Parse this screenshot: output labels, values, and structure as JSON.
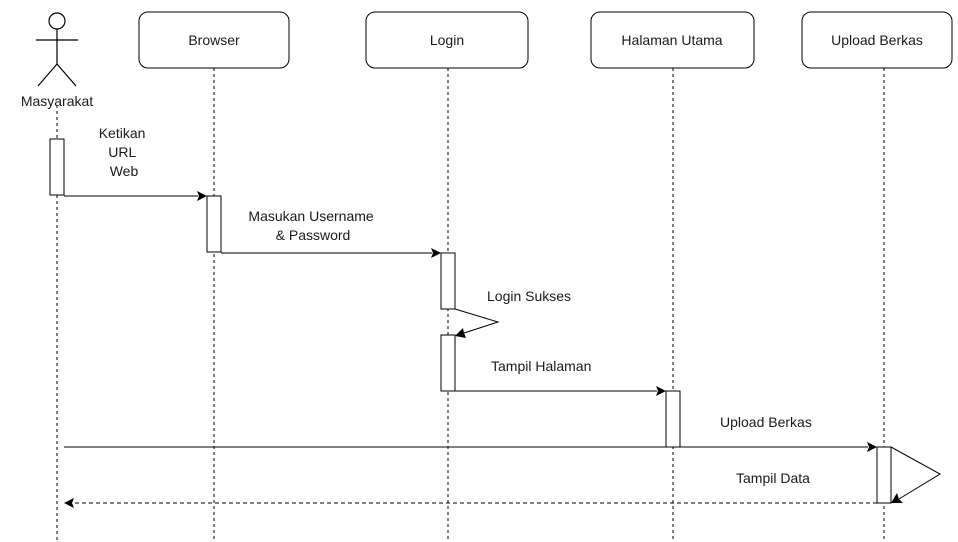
{
  "actor": {
    "label": "Masyarakat"
  },
  "participants": [
    {
      "id": "browser",
      "label": "Browser"
    },
    {
      "id": "login",
      "label": "Login"
    },
    {
      "id": "halaman",
      "label": "Halaman Utama"
    },
    {
      "id": "upload",
      "label": "Upload Berkas"
    }
  ],
  "messages": [
    {
      "id": "m1",
      "from": "masyarakat",
      "to": "browser",
      "style": "solid",
      "lines": [
        "Ketikan",
        "URL",
        "Web"
      ]
    },
    {
      "id": "m2",
      "from": "browser",
      "to": "login",
      "style": "solid",
      "lines": [
        "Masukan Username",
        "& Password"
      ]
    },
    {
      "id": "m3",
      "from": "login",
      "to": "login",
      "style": "self",
      "lines": [
        "Login Sukses"
      ]
    },
    {
      "id": "m4",
      "from": "login",
      "to": "halaman",
      "style": "solid",
      "lines": [
        "Tampil Halaman"
      ]
    },
    {
      "id": "m5",
      "from": "masyarakat",
      "to": "upload",
      "style": "solid",
      "lines": [
        "Upload Berkas"
      ]
    },
    {
      "id": "m6",
      "from": "upload",
      "to": "upload",
      "style": "self",
      "lines": []
    },
    {
      "id": "m7",
      "from": "upload",
      "to": "masyarakat",
      "style": "dashed",
      "lines": [
        "Tampil Data"
      ]
    }
  ]
}
